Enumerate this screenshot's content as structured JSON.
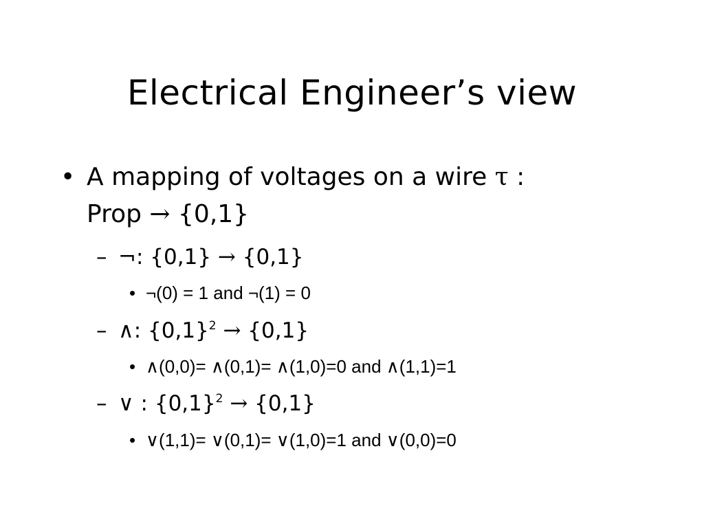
{
  "slide": {
    "title": "Electrical Engineer’s view",
    "bullet_marker": "•",
    "sub_marker": "–",
    "items": [
      {
        "line1_text": "A mapping of voltages on a wire ",
        "line1_symbol": "τ",
        "line1_tail": " :",
        "line2_text": "Prop ",
        "line2_arrow": "→",
        "line2_tail": " {0,1}"
      }
    ],
    "subitems": [
      {
        "op": "¬",
        "sep": ": ",
        "domain": "{0,1}",
        "domain_exp": "",
        "arrow": "→",
        "codomain": " {0,1}",
        "detail": "¬(0) = 1 and ¬(1) = 0"
      },
      {
        "op": "∧",
        "sep": ": ",
        "domain": "{0,1}",
        "domain_exp": "2",
        "arrow": "→",
        "codomain": " {0,1}",
        "detail": "∧(0,0)= ∧(0,1)= ∧(1,0)=0 and ∧(1,1)=1"
      },
      {
        "op": "∨",
        "sep": " : ",
        "domain": "{0,1}",
        "domain_exp": "2",
        "arrow": "→",
        "codomain": " {0,1}",
        "detail": "∨(1,1)= ∨(0,1)= ∨(1,0)=1 and ∨(0,0)=0"
      }
    ]
  }
}
